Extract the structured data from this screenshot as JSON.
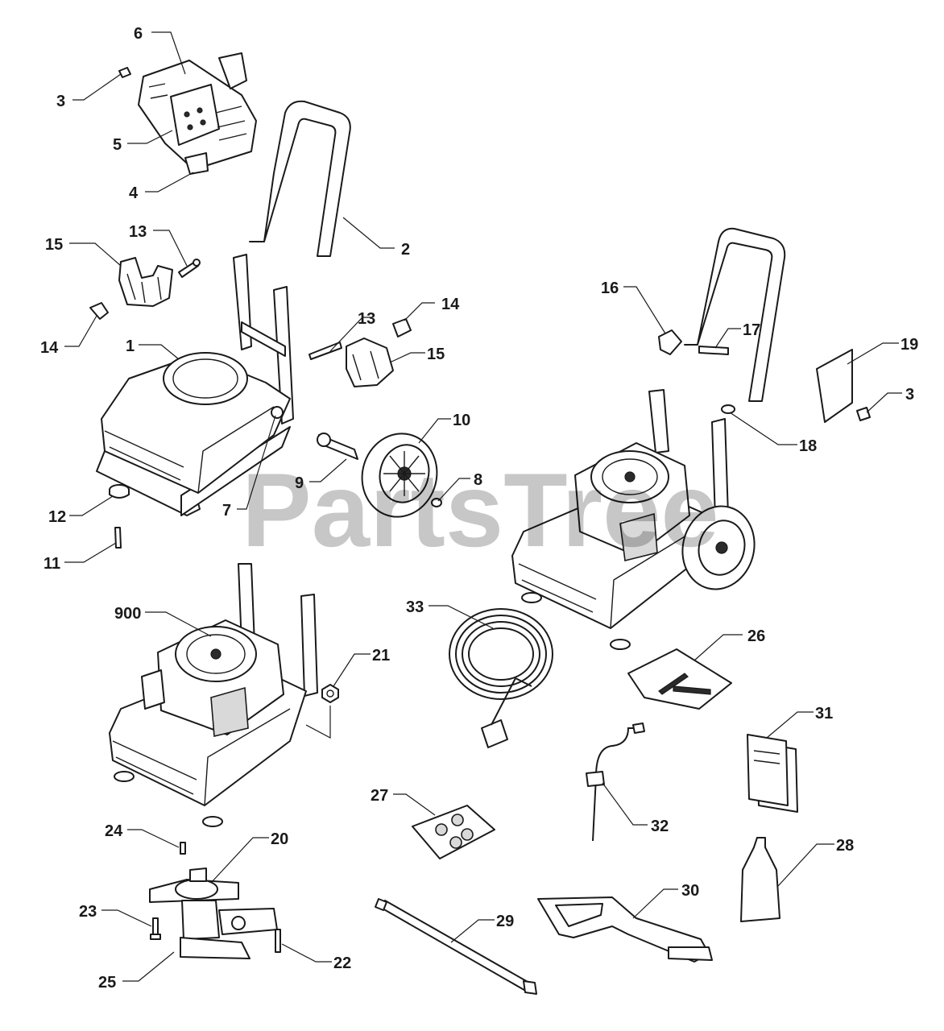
{
  "watermark": "PartsTree",
  "callouts": [
    {
      "id": "c6",
      "text": "6"
    },
    {
      "id": "c3a",
      "text": "3"
    },
    {
      "id": "c5",
      "text": "5"
    },
    {
      "id": "c4",
      "text": "4"
    },
    {
      "id": "c2",
      "text": "2"
    },
    {
      "id": "c15a",
      "text": "15"
    },
    {
      "id": "c13a",
      "text": "13"
    },
    {
      "id": "c14a",
      "text": "14"
    },
    {
      "id": "c1",
      "text": "1"
    },
    {
      "id": "c13b",
      "text": "13"
    },
    {
      "id": "c14b",
      "text": "14"
    },
    {
      "id": "c15b",
      "text": "15"
    },
    {
      "id": "c10",
      "text": "10"
    },
    {
      "id": "c9",
      "text": "9"
    },
    {
      "id": "c8",
      "text": "8"
    },
    {
      "id": "c12",
      "text": "12"
    },
    {
      "id": "c7",
      "text": "7"
    },
    {
      "id": "c11",
      "text": "11"
    },
    {
      "id": "c16",
      "text": "16"
    },
    {
      "id": "c17",
      "text": "17"
    },
    {
      "id": "c19",
      "text": "19"
    },
    {
      "id": "c3b",
      "text": "3"
    },
    {
      "id": "c18",
      "text": "18"
    },
    {
      "id": "c900",
      "text": "900"
    },
    {
      "id": "c21",
      "text": "21"
    },
    {
      "id": "c33",
      "text": "33"
    },
    {
      "id": "c26",
      "text": "26"
    },
    {
      "id": "c31",
      "text": "31"
    },
    {
      "id": "c27",
      "text": "27"
    },
    {
      "id": "c32",
      "text": "32"
    },
    {
      "id": "c24",
      "text": "24"
    },
    {
      "id": "c20",
      "text": "20"
    },
    {
      "id": "c28",
      "text": "28"
    },
    {
      "id": "c30",
      "text": "30"
    },
    {
      "id": "c29",
      "text": "29"
    },
    {
      "id": "c23",
      "text": "23"
    },
    {
      "id": "c22",
      "text": "22"
    },
    {
      "id": "c25",
      "text": "25"
    }
  ]
}
